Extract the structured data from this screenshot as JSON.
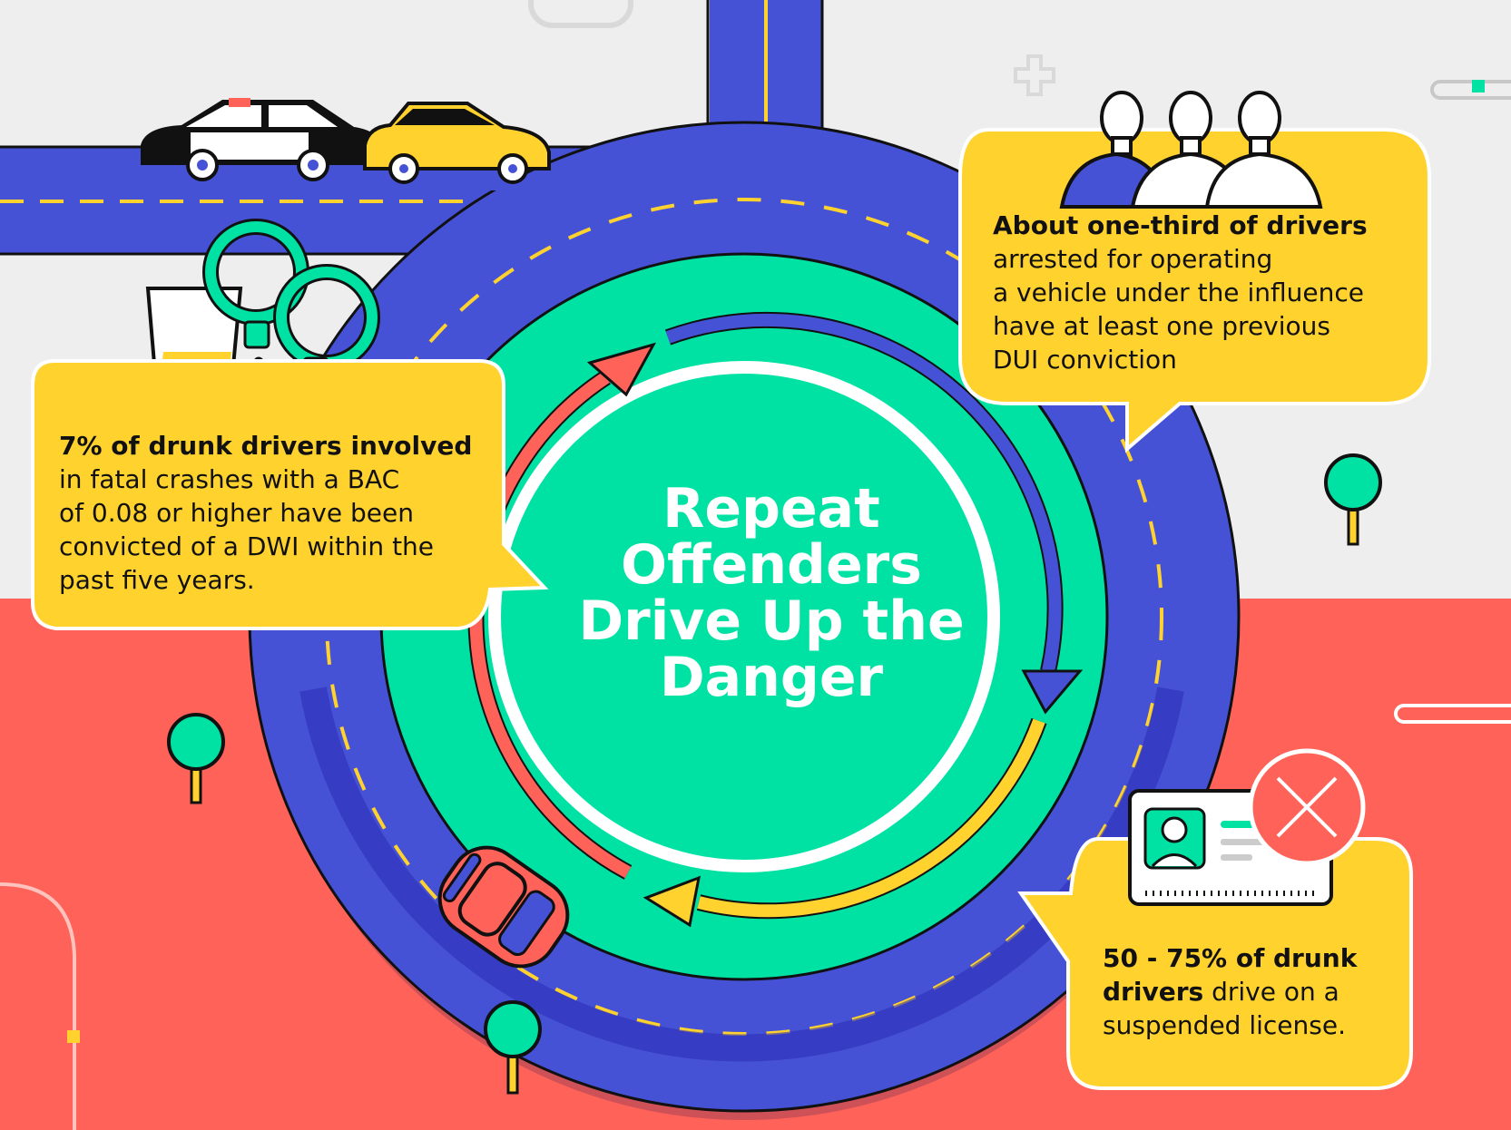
{
  "title_lines": [
    "Repeat",
    "Offenders",
    "Drive Up the",
    "Danger"
  ],
  "fact_left": {
    "bold": "7% of drunk drivers involved",
    "lines": [
      "in fatal crashes with a BAC",
      "of 0.08 or higher have been",
      "convicted of a DWI within the",
      "past five years."
    ]
  },
  "fact_top_right": {
    "bold": "About one-third of drivers",
    "lines": [
      "arrested for operating",
      "a vehicle under the influence",
      "have at least one previous",
      "DUI conviction"
    ]
  },
  "fact_bottom_right": {
    "bold1": "50 - 75% of drunk",
    "bold2": "drivers",
    "rest": " drive on a",
    "line3": "suspended license."
  },
  "colors": {
    "road_blue": "#4652d6",
    "road_dark": "#2b2fb5",
    "green": "#00e2a3",
    "yellow": "#ffd22e",
    "red": "#ff6258",
    "light_bg": "#eeeeee"
  },
  "icons": [
    "police-car-icon",
    "taxi-icon",
    "glass-icon",
    "handcuffs-icon",
    "people-icon",
    "license-card-icon",
    "x-mark-icon",
    "red-car-icon",
    "tree-icon"
  ]
}
